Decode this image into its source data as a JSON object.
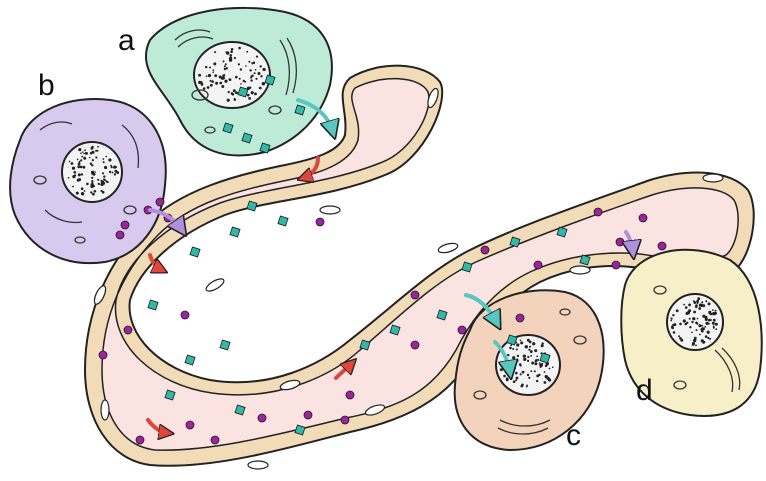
{
  "labels": {
    "a": "a",
    "b": "b",
    "c": "c",
    "d": "d"
  },
  "colors": {
    "vessel_wall": "#f2dcb8",
    "vessel_lumen": "#fbe3e1",
    "cell_a": "#bdebd8",
    "cell_b": "#d8c9ee",
    "cell_c": "#f4d3bd",
    "cell_d": "#f7efc7",
    "square_particle": "#2fb9a8",
    "round_particle": "#a0229e",
    "flow_arrow": "#e0463c",
    "arrow_a": "#56c8c0",
    "arrow_b": "#b08fdf",
    "arrow_c": "#56c8c0",
    "arrow_d": "#b08fdf"
  },
  "icons": [
    "nucleus-icon",
    "flow-arrow-icon",
    "secretion-arrow-icon",
    "square-particle-icon",
    "round-particle-icon"
  ]
}
